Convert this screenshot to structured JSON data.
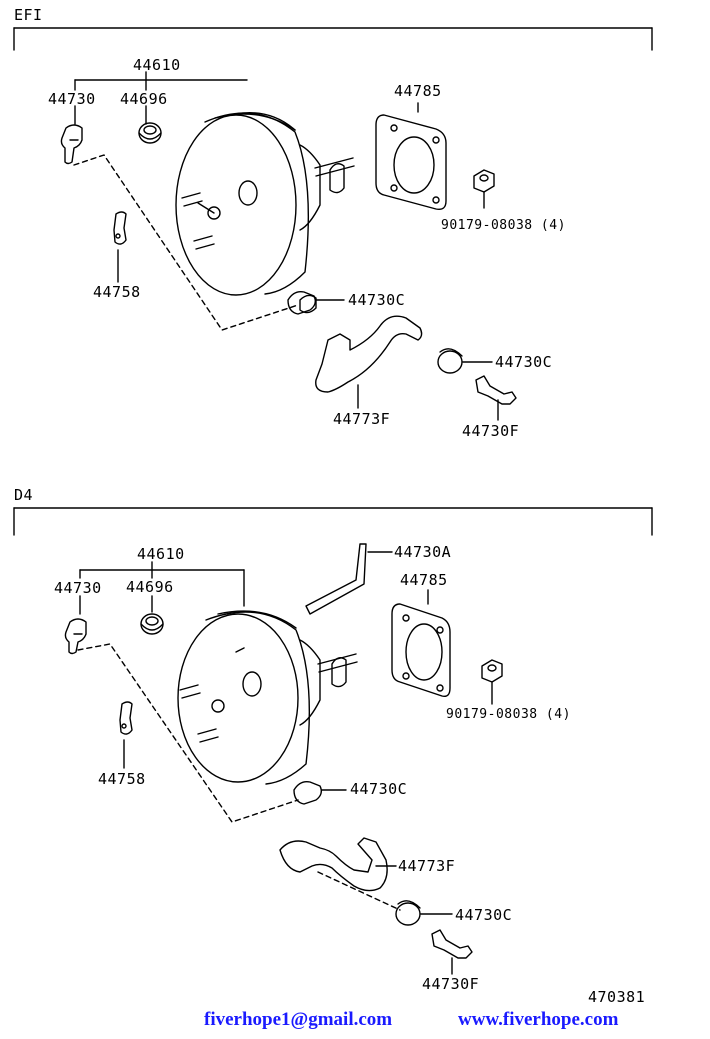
{
  "sections": [
    {
      "title": "EFI",
      "labels": {
        "assembly": "44610",
        "check_valve": "44730",
        "grommet": "44696",
        "gasket": "44785",
        "bracket": "44758",
        "clamp_upper": "44730C",
        "clamp_lower": "44730C",
        "hose": "44773F",
        "union": "44730F",
        "nut": "90179-08038 (4)"
      }
    },
    {
      "title": "D4",
      "labels": {
        "assembly": "44610",
        "check_valve": "44730",
        "grommet": "44696",
        "hose_a": "44730A",
        "gasket": "44785",
        "bracket": "44758",
        "clamp_upper": "44730C",
        "hose": "44773F",
        "clamp_lower": "44730C",
        "union": "44730F",
        "nut": "90179-08038 (4)"
      }
    }
  ],
  "illustration_number": "470381",
  "footer": {
    "email": "fiverhope1@gmail.com",
    "website": "www.fiverhope.com"
  },
  "colors": {
    "ink": "#000000",
    "footer_text": "#1a1aff",
    "background": "#ffffff"
  }
}
